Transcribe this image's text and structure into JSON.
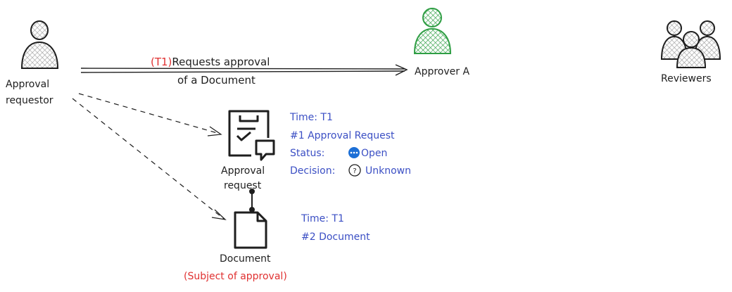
{
  "colors": {
    "ink": "#1e1e1e",
    "actor_gray": "#bdbdbd",
    "approver_green": "#2f9e44",
    "note_blue": "#3b4fc4",
    "highlight_red": "#e03131",
    "open_status_blue": "#1c6fd6"
  },
  "actors": {
    "requestor": {
      "label_line1": "Approval",
      "label_line2": "requestor",
      "icon": "person-icon"
    },
    "approver": {
      "label": "Approver A",
      "icon": "person-icon"
    },
    "reviewers": {
      "label": "Reviewers",
      "icon": "group-icon"
    }
  },
  "arrow_request": {
    "tag": "(T1)",
    "line1": "Requests approval",
    "line2": "of a Document"
  },
  "approval_request": {
    "icon": "approval-request-icon",
    "label_line1": "Approval",
    "label_line2": "request",
    "note": {
      "time": "Time: T1",
      "title": "#1 Approval Request",
      "status_label": "Status:",
      "status_value": "Open",
      "decision_label": "Decision:",
      "decision_value": "Unknown"
    }
  },
  "document": {
    "icon": "document-icon",
    "label": "Document",
    "subtitle": "(Subject of approval)",
    "note": {
      "time": "Time: T1",
      "title": "#2 Document"
    }
  }
}
